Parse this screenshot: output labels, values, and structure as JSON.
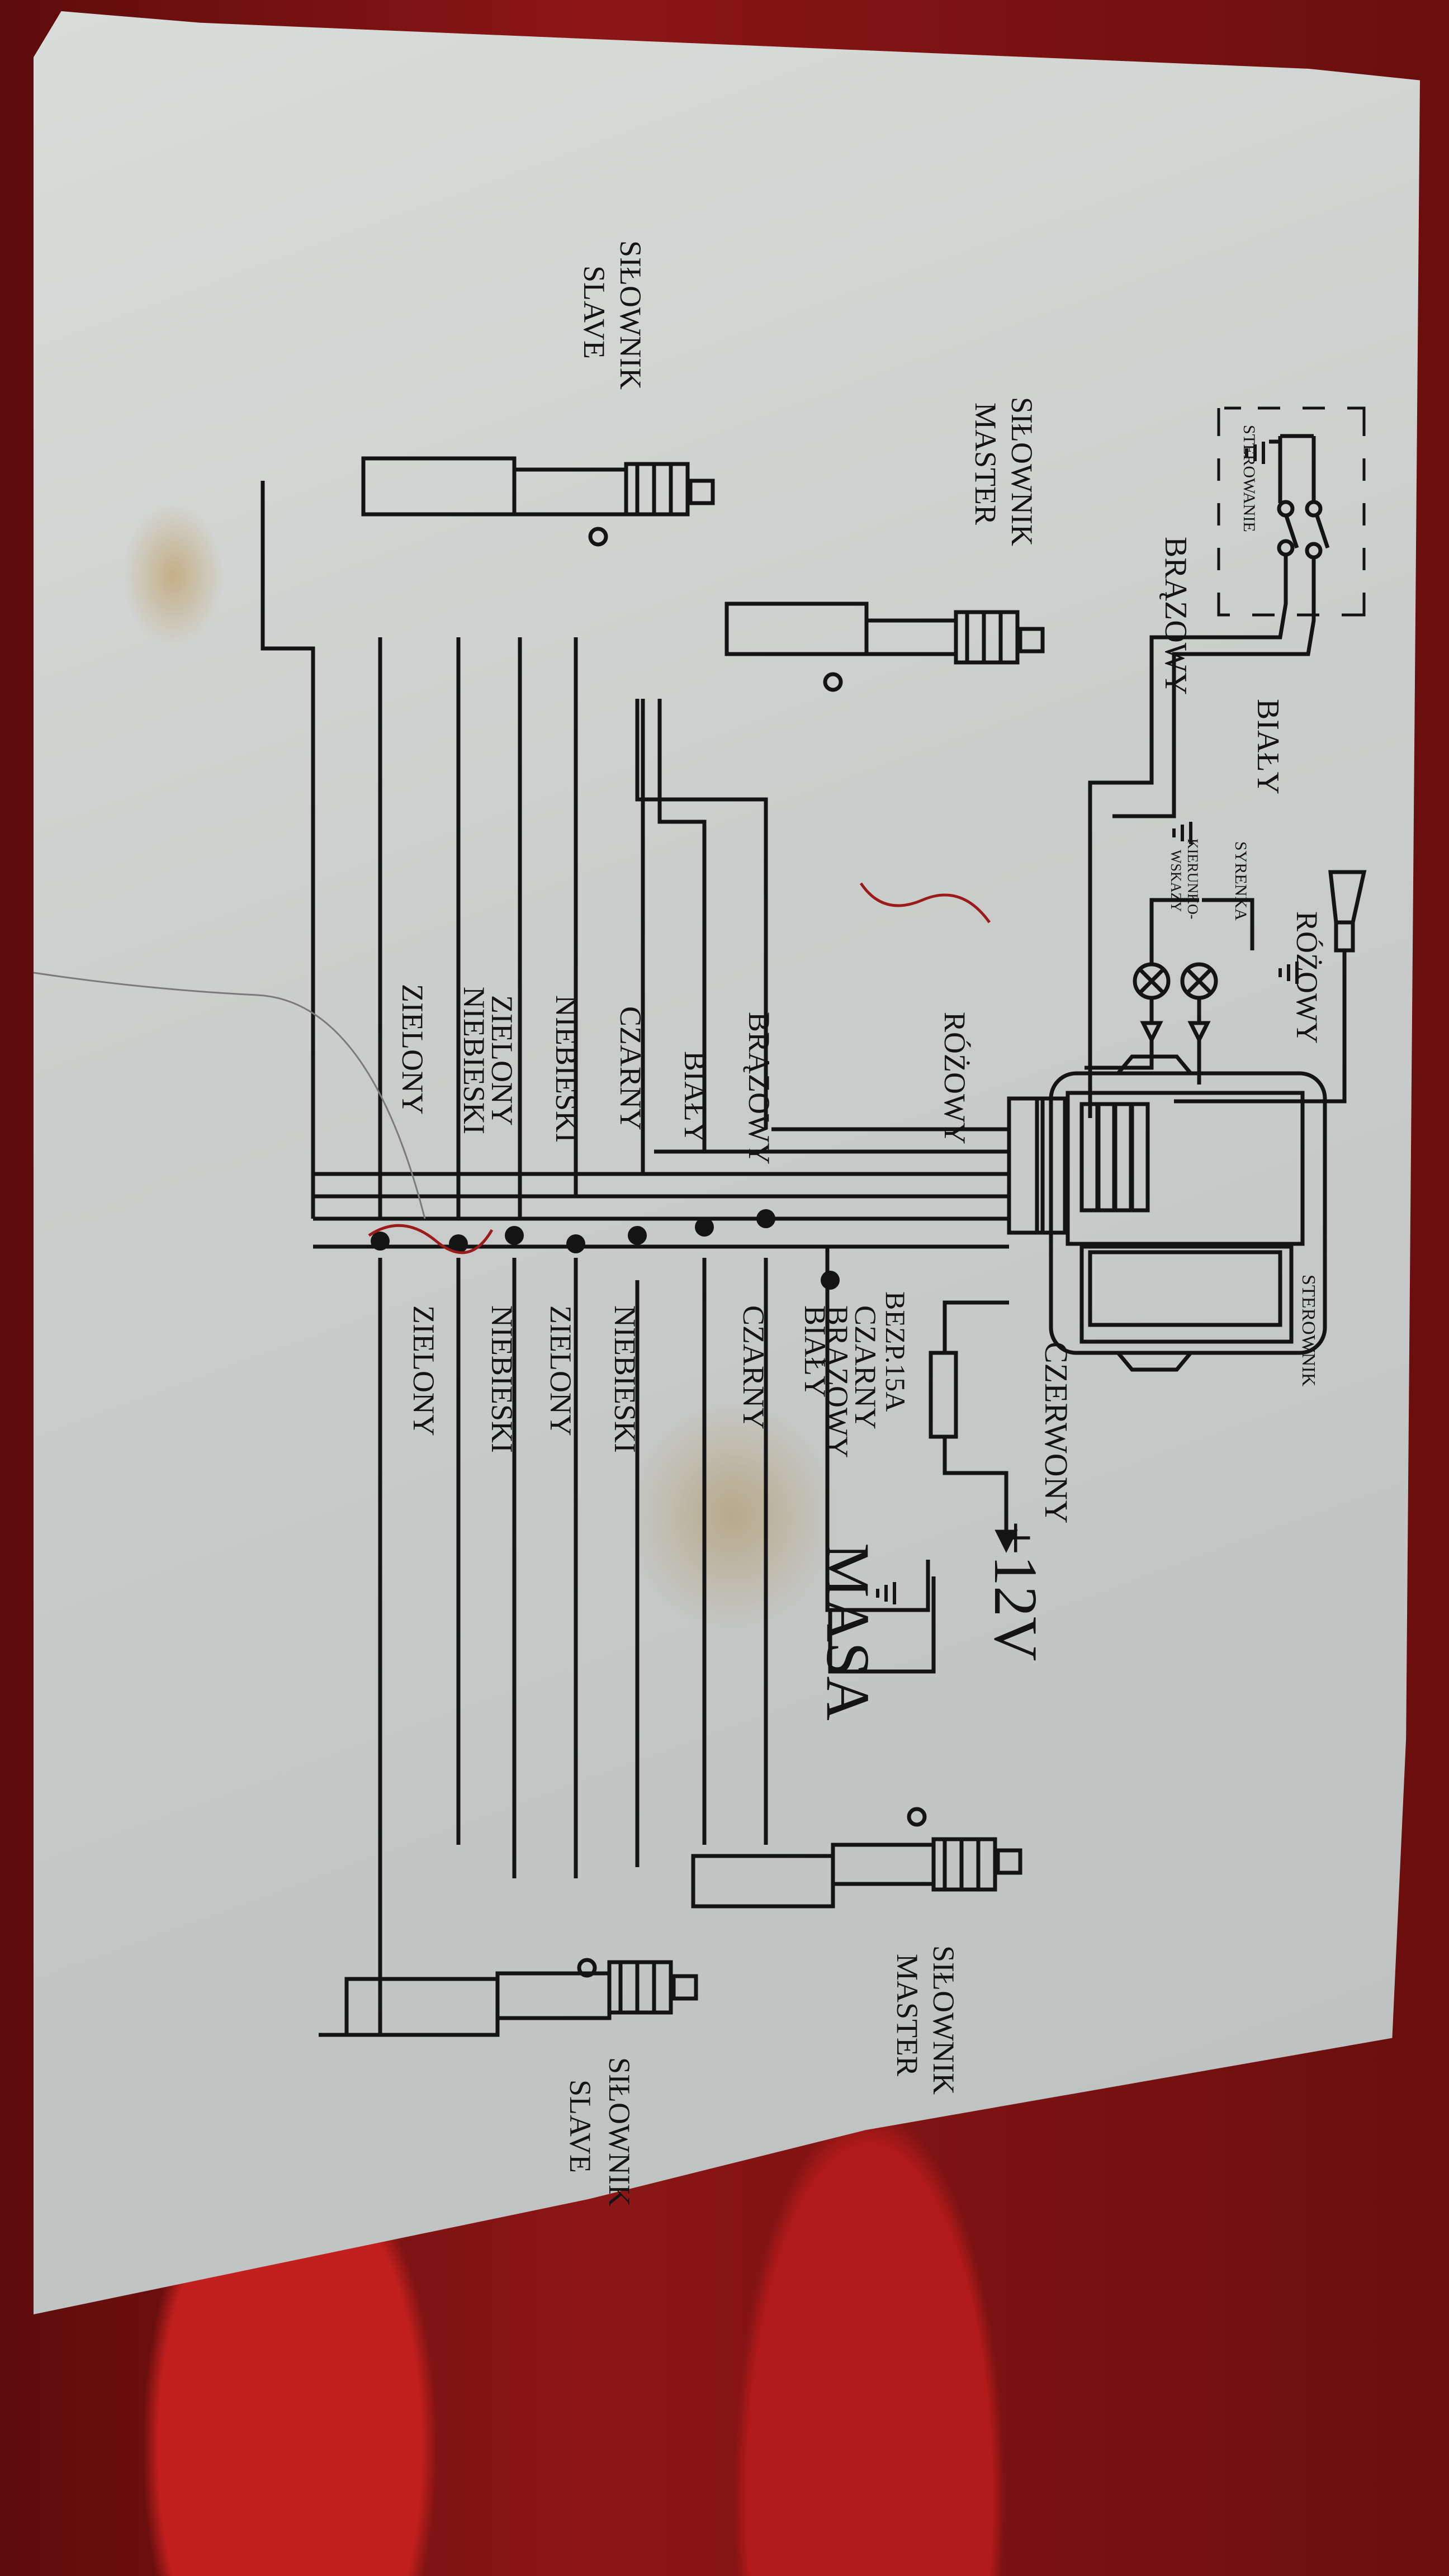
{
  "diagram": {
    "type": "central-locking-wiring",
    "language": "pl",
    "controller": {
      "label": "STEROWNIK"
    },
    "power": {
      "plus_label": "+12V",
      "plus_wire": "CZERWONY",
      "fuse_label": "BEZP.15A",
      "ground_label": "MASA",
      "ground_wire": "CZARNY"
    },
    "control_switch": {
      "label": "STEROWANIE",
      "wires": [
        "BRĄZOWY",
        "BIAŁY"
      ]
    },
    "signal": {
      "siren_label": "SYRENKA",
      "indicators_label_line1": "KIERUNKO-",
      "indicators_label_line2": "WSKAZY",
      "wire_top": "RÓŻOWY",
      "wire_left": "RÓŻOWY"
    },
    "actuators": {
      "top_master": {
        "line1": "SIŁOWNIK",
        "line2": "MASTER"
      },
      "top_slave": {
        "line1": "SIŁOWNIK",
        "line2": "SLAVE"
      },
      "bottom_master": {
        "line1": "SIŁOWNIK",
        "line2": "MASTER"
      },
      "bottom_slave": {
        "line1": "SIŁOWNIK",
        "line2": "SLAVE"
      }
    },
    "wires_left": [
      "BRĄZOWY",
      "BIAŁY",
      "CZARNY",
      "NIEBIESKI",
      "ZIELONY",
      "NIEBIESKI",
      "ZIELONY"
    ],
    "wires_right": [
      "CZARNY",
      "BRĄZOWY",
      "BIAŁY",
      "CZARNY",
      "NIEBIESKI",
      "ZIELONY",
      "NIEBIESKI",
      "ZIELONY"
    ]
  },
  "colors": {
    "ink": "#141414",
    "paper": "#d2d5d3",
    "background": "#7a1414",
    "tear": "#9b1b1b"
  }
}
